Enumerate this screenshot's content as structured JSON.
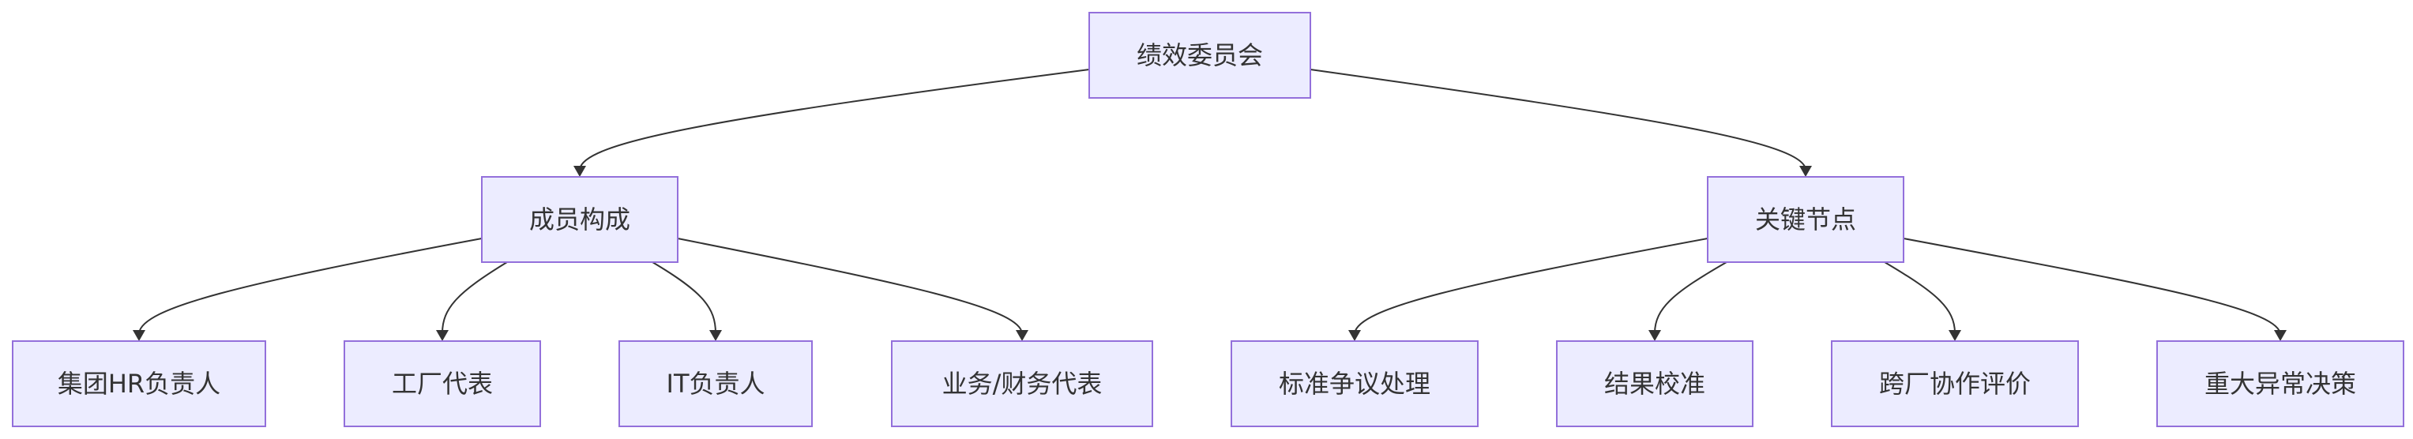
{
  "colors": {
    "node_fill": "#ECECFF",
    "node_border": "#9370DB",
    "edge": "#333333",
    "text": "#333333"
  },
  "diagram": {
    "root": {
      "id": "n-root",
      "label": "绩效委员会"
    },
    "branches": [
      {
        "id": "n-members",
        "label": "成员构成",
        "children": [
          {
            "id": "n-hr",
            "label": "集团HR负责人"
          },
          {
            "id": "n-factory",
            "label": "工厂代表"
          },
          {
            "id": "n-it",
            "label": "IT负责人"
          },
          {
            "id": "n-biz",
            "label": "业务/财务代表"
          }
        ]
      },
      {
        "id": "n-nodes",
        "label": "关键节点",
        "children": [
          {
            "id": "n-dispute",
            "label": "标准争议处理"
          },
          {
            "id": "n-calib",
            "label": "结果校准"
          },
          {
            "id": "n-cross",
            "label": "跨厂协作评价"
          },
          {
            "id": "n-major",
            "label": "重大异常决策"
          }
        ]
      }
    ]
  }
}
